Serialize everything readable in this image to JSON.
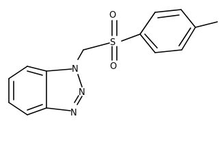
{
  "molecule": {
    "atoms": {
      "n1": "N",
      "n2": "N",
      "n3": "N",
      "s": "S",
      "o_top": "O",
      "o_bottom": "O"
    },
    "colors": {
      "bond": "#000000",
      "label": "#000000",
      "background": "#ffffff"
    }
  }
}
